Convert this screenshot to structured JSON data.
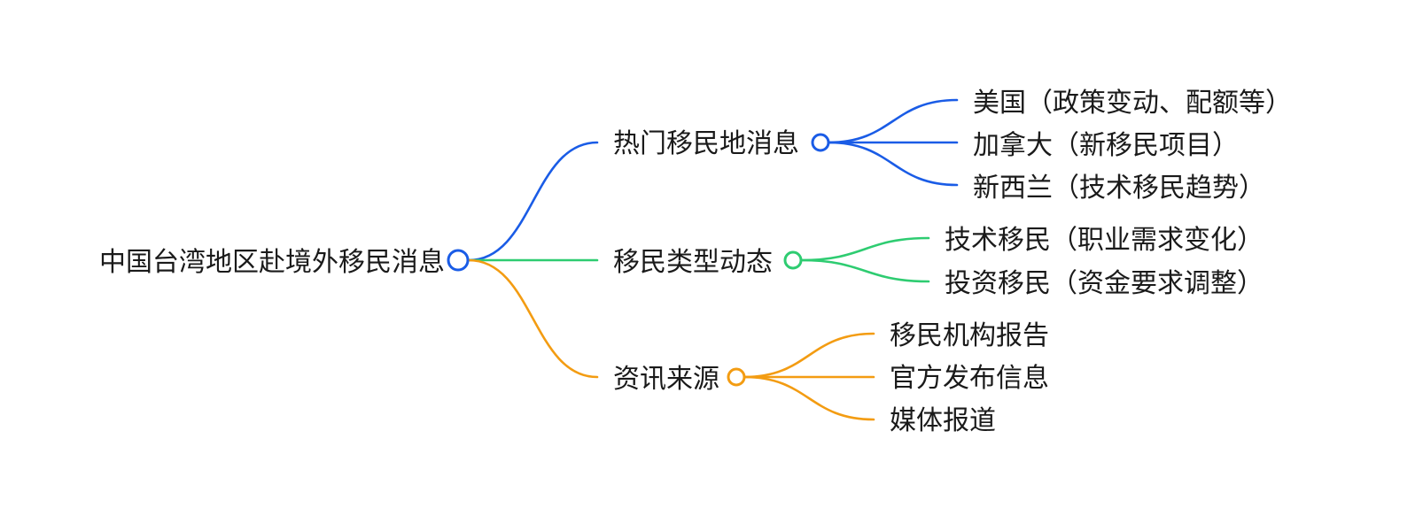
{
  "mindmap": {
    "root": {
      "label": "中国台湾地区赴境外移民消息",
      "color": "#1a5ce6"
    },
    "branches": [
      {
        "label": "热门移民地消息",
        "color": "#1a5ce6",
        "children": [
          "美国（政策变动、配额等）",
          "加拿大（新移民项目）",
          "新西兰（技术移民趋势）"
        ]
      },
      {
        "label": "移民类型动态",
        "color": "#2ecc71",
        "children": [
          "技术移民（职业需求变化）",
          "投资移民（资金要求调整）"
        ]
      },
      {
        "label": "资讯来源",
        "color": "#f39c12",
        "children": [
          "移民机构报告",
          "官方发布信息",
          "媒体报道"
        ]
      }
    ]
  }
}
